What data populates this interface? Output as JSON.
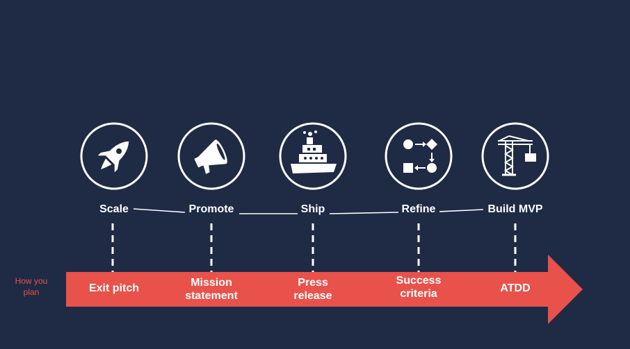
{
  "side_label": "How you\nplan",
  "colors": {
    "background": "#1f2a44",
    "accent": "#e8524a",
    "foreground": "#ffffff"
  },
  "stages": [
    {
      "label": "Scale",
      "icon": "rocket-icon",
      "plan": "Exit pitch"
    },
    {
      "label": "Promote",
      "icon": "megaphone-icon",
      "plan": "Mission\nstatement"
    },
    {
      "label": "Ship",
      "icon": "ship-icon",
      "plan": "Press\nrelease"
    },
    {
      "label": "Refine",
      "icon": "flowchart-icon",
      "plan": "Success\ncriteria"
    },
    {
      "label": "Build MVP",
      "icon": "crane-icon",
      "plan": "ATDD"
    }
  ]
}
